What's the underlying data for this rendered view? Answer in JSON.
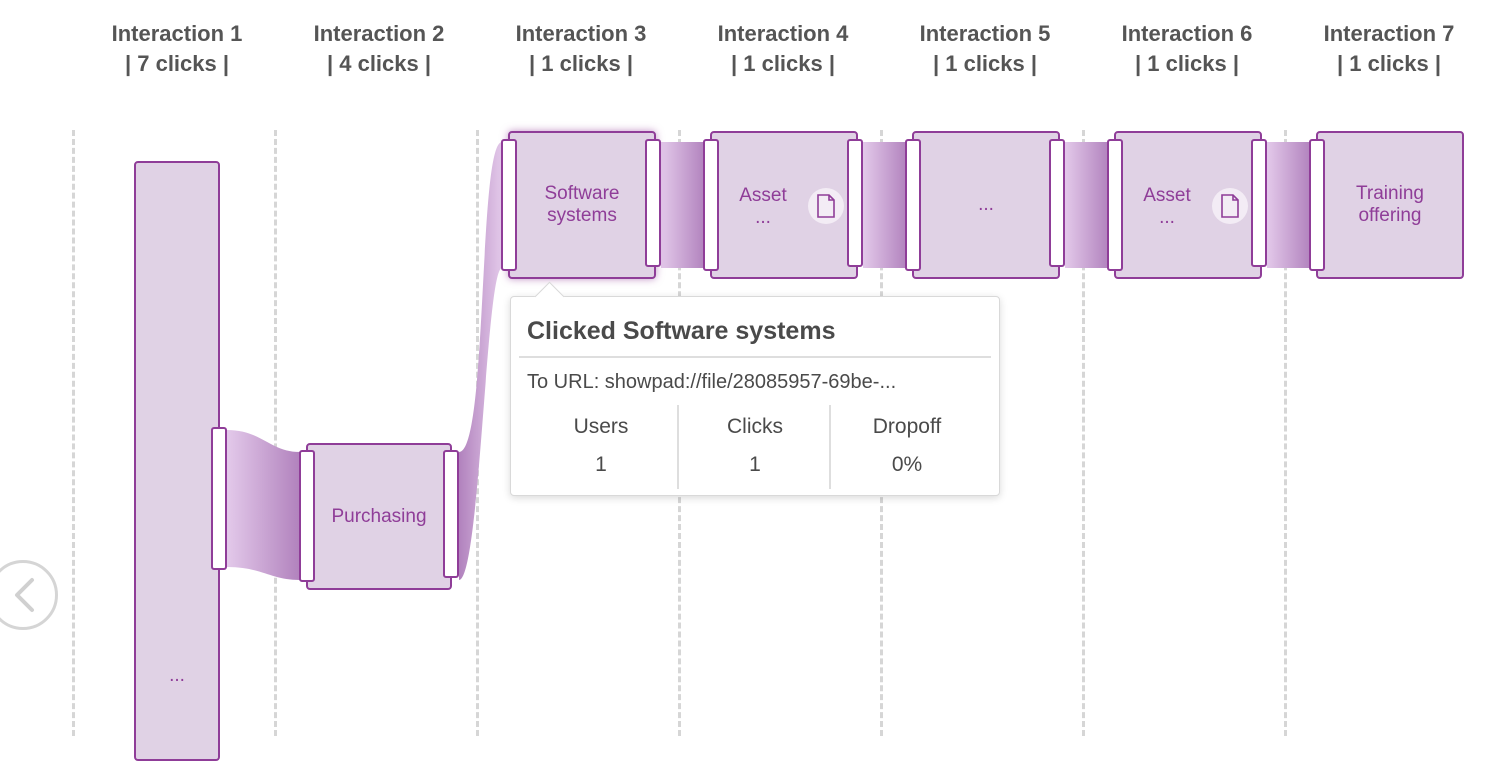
{
  "columns": [
    {
      "title": "Interaction 1",
      "clicks": "| 7 clicks |"
    },
    {
      "title": "Interaction 2",
      "clicks": "| 4 clicks |"
    },
    {
      "title": "Interaction 3",
      "clicks": "| 1 clicks |"
    },
    {
      "title": "Interaction 4",
      "clicks": "| 1 clicks |"
    },
    {
      "title": "Interaction 5",
      "clicks": "| 1 clicks |"
    },
    {
      "title": "Interaction 6",
      "clicks": "| 1 clicks |"
    },
    {
      "title": "Interaction 7",
      "clicks": "| 1 clicks |"
    }
  ],
  "nodes": {
    "interaction1": {
      "label": "..."
    },
    "purchasing": {
      "label": "Purchasing"
    },
    "software_systems": {
      "label_line1": "Software",
      "label_line2": "systems"
    },
    "asset_a": {
      "label": "Asset",
      "sublabel": "...",
      "icon": "file-icon"
    },
    "interaction5": {
      "label": "..."
    },
    "asset_b": {
      "label": "Asset",
      "sublabel": "...",
      "icon": "file-icon"
    },
    "training": {
      "label_line1": "Training",
      "label_line2": "offering"
    }
  },
  "tooltip": {
    "title": "Clicked Software systems",
    "url": "To URL: showpad://file/28085957-69be-...",
    "stats": [
      {
        "label": "Users",
        "value": "1"
      },
      {
        "label": "Clicks",
        "value": "1"
      },
      {
        "label": "Dropoff",
        "value": "0%"
      }
    ]
  },
  "nav": {
    "back_icon": "chevron-left-icon"
  },
  "colors": {
    "accent": "#8f3d98",
    "node_fill": "#e0d2e5",
    "flow_light": "#e3c9ea",
    "flow_dark": "#b182bd",
    "header_text": "#555555",
    "divider": "#d6d6d6"
  }
}
